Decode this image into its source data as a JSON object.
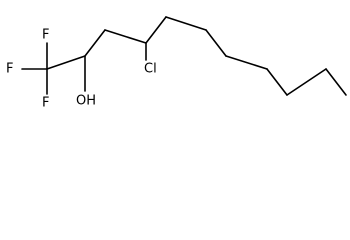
{
  "molecule": {
    "labels": {
      "f_top": "F",
      "f_left": "F",
      "f_bottom": "F",
      "hydroxyl": "OH",
      "chlorine": "Cl"
    }
  }
}
